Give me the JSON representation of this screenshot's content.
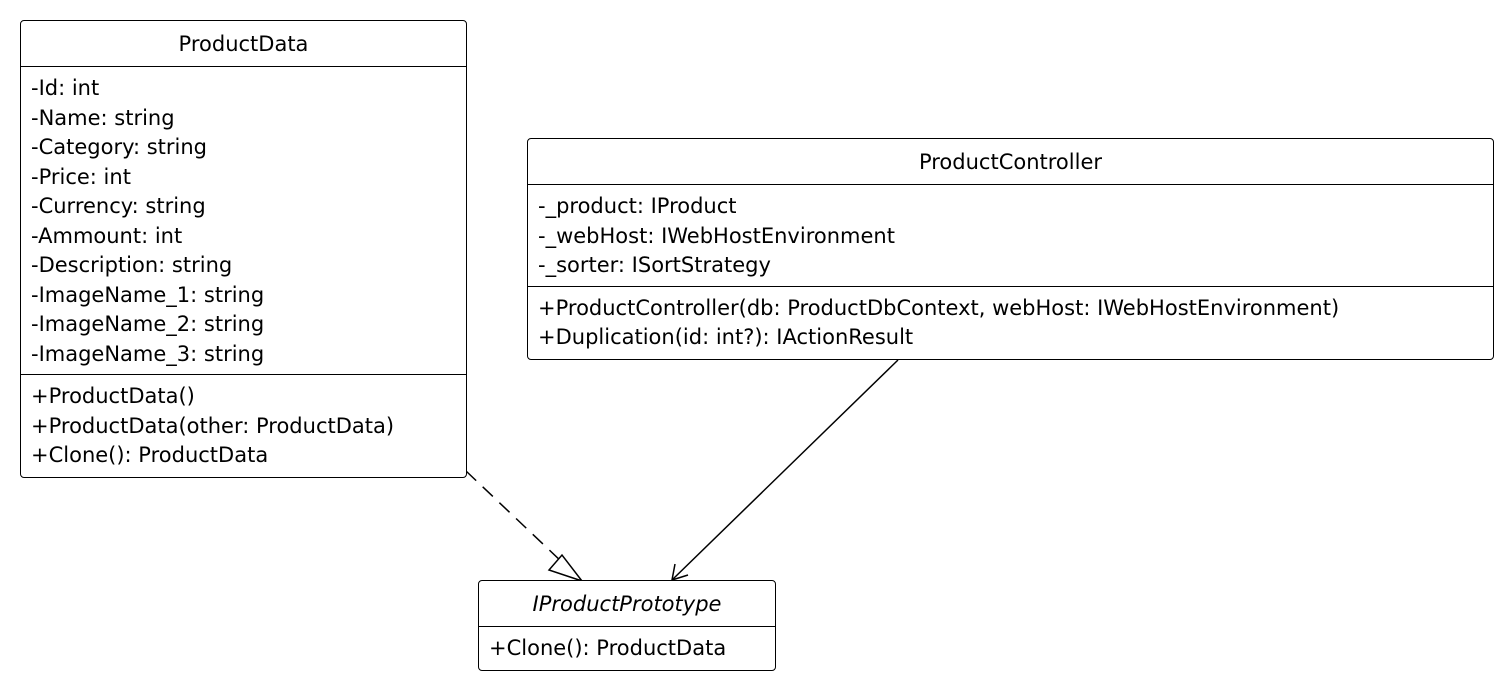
{
  "classes": {
    "product_data": {
      "name": "ProductData",
      "attributes": [
        "-Id: int",
        "-Name: string",
        "-Category: string",
        "-Price: int",
        "-Currency: string",
        "-Ammount: int",
        "-Description: string",
        "-ImageName_1: string",
        "-ImageName_2: string",
        "-ImageName_3: string"
      ],
      "methods": [
        "+ProductData()",
        "+ProductData(other: ProductData)",
        "+Clone(): ProductData"
      ]
    },
    "product_controller": {
      "name": "ProductController",
      "attributes": [
        "-_product: IProduct",
        "-_webHost: IWebHostEnvironment",
        "-_sorter: ISortStrategy"
      ],
      "methods": [
        "+ProductController(db: ProductDbContext, webHost: IWebHostEnvironment)",
        "+Duplication(id: int?): IActionResult"
      ]
    },
    "product_prototype": {
      "name": "IProductPrototype",
      "is_interface": true,
      "methods": [
        "+Clone(): ProductData"
      ]
    }
  },
  "relationships": [
    {
      "from": "ProductData",
      "to": "IProductPrototype",
      "type": "realization"
    },
    {
      "from": "ProductController",
      "to": "IProductPrototype",
      "type": "association"
    }
  ]
}
